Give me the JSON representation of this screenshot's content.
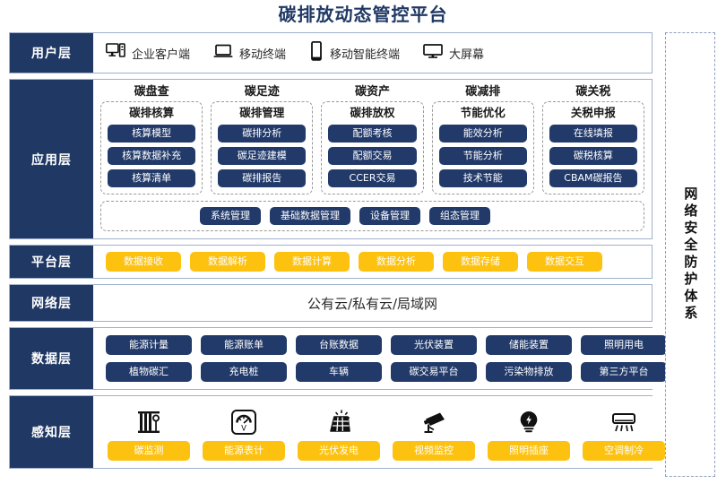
{
  "title": "碳排放动态管控平台",
  "colors": {
    "navy": "#1f3864",
    "pill_navy": "#223a6a",
    "amber": "#fdc110",
    "border": "#9fb0cc",
    "dashed": "#9a9a9a"
  },
  "security_panel": {
    "label": "网络安全防护体系"
  },
  "layers": [
    {
      "key": "user",
      "label": "用户层",
      "items": [
        {
          "icon": "desktop-tower-icon",
          "label": "企业客户端"
        },
        {
          "icon": "laptop-icon",
          "label": "移动终端"
        },
        {
          "icon": "smartphone-icon",
          "label": "移动智能终端"
        },
        {
          "icon": "large-screen-icon",
          "label": "大屏幕"
        }
      ]
    },
    {
      "key": "application",
      "label": "应用层",
      "groups": [
        {
          "title": "碳盘查",
          "subtitle": "碳排核算",
          "items": [
            "核算模型",
            "核算数据补充",
            "核算清单"
          ]
        },
        {
          "title": "碳足迹",
          "subtitle": "碳排管理",
          "items": [
            "碳排分析",
            "碳足迹建模",
            "碳排报告"
          ]
        },
        {
          "title": "碳资产",
          "subtitle": "碳排放权",
          "items": [
            "配额考核",
            "配额交易",
            "CCER交易"
          ]
        },
        {
          "title": "碳减排",
          "subtitle": "节能优化",
          "items": [
            "能效分析",
            "节能分析",
            "技术节能"
          ]
        },
        {
          "title": "碳关税",
          "subtitle": "关税申报",
          "items": [
            "在线填报",
            "碳税核算",
            "CBAM碳报告"
          ]
        }
      ],
      "management": [
        "系统管理",
        "基础数据管理",
        "设备管理",
        "组态管理"
      ]
    },
    {
      "key": "platform",
      "label": "平台层",
      "items": [
        "数据接收",
        "数据解析",
        "数据计算",
        "数据分析",
        "数据存储",
        "数据交互"
      ]
    },
    {
      "key": "network",
      "label": "网络层",
      "text": "公有云/私有云/局域网"
    },
    {
      "key": "data",
      "label": "数据层",
      "items": [
        "能源计量",
        "能源账单",
        "台账数据",
        "光伏装置",
        "储能装置",
        "照明用电",
        "植物碳汇",
        "充电桩",
        "车辆",
        "碳交易平台",
        "污染物排放",
        "第三方平台"
      ]
    },
    {
      "key": "sense",
      "label": "感知层",
      "items": [
        {
          "icon": "gas-cylinder-icon",
          "label": "碳监测"
        },
        {
          "icon": "gauge-meter-icon",
          "label": "能源表计"
        },
        {
          "icon": "solar-panel-icon",
          "label": "光伏发电"
        },
        {
          "icon": "cctv-camera-icon",
          "label": "视频监控"
        },
        {
          "icon": "light-bulb-icon",
          "label": "照明插座"
        },
        {
          "icon": "air-conditioner-icon",
          "label": "空调制冷"
        }
      ]
    }
  ]
}
